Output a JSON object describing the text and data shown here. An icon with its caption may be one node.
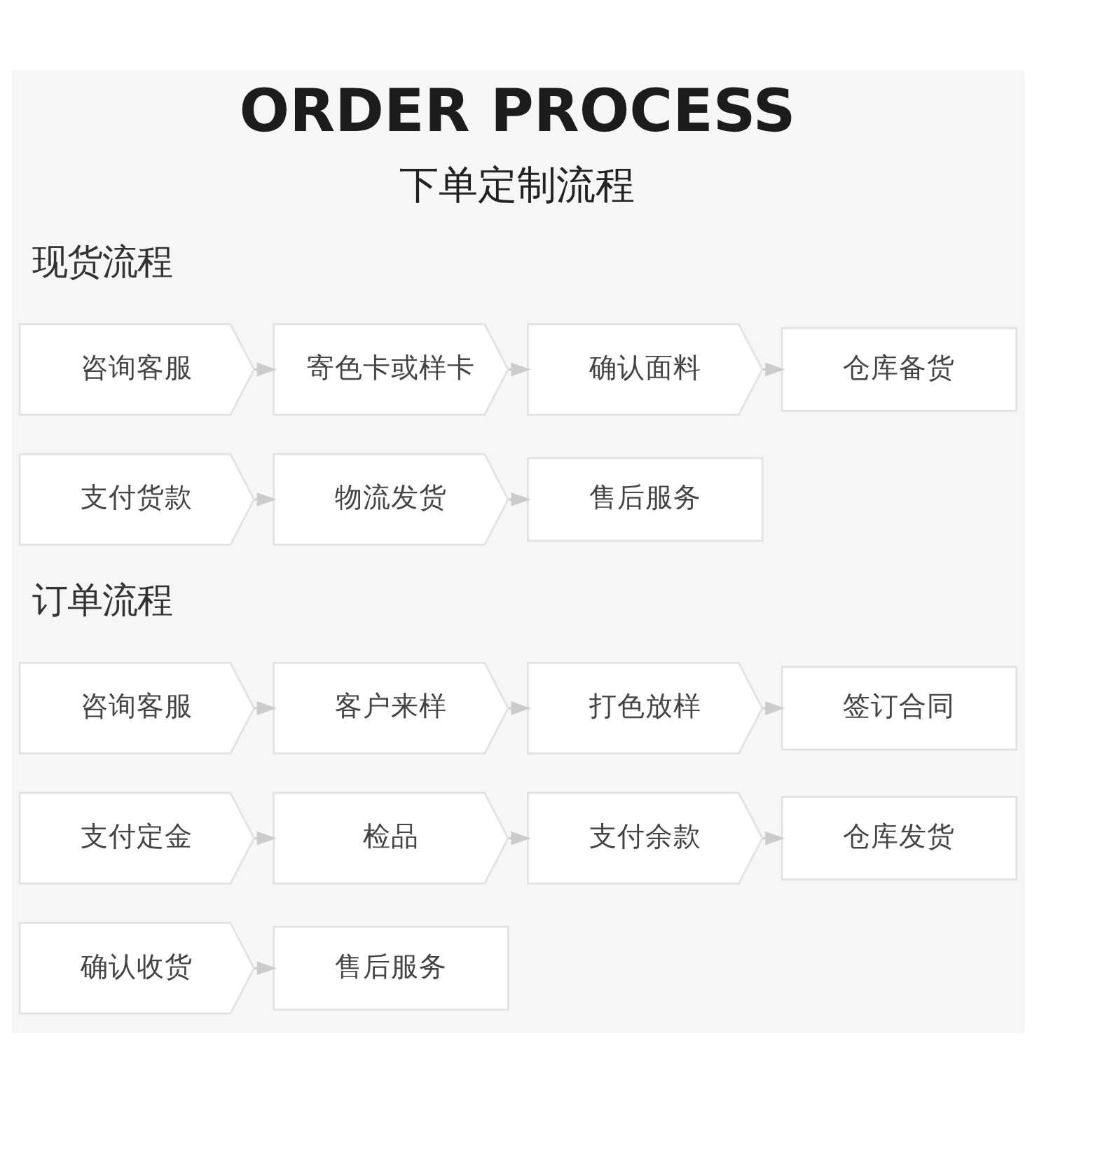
{
  "diagram": {
    "title": "ORDER PROCESS",
    "nodes": [
      {
        "text": [
          "咨询客服"
        ]
      },
      {
        "text": [
          "寄色卡或样卡"
        ]
      },
      {
        "text": [
          "确认面料"
        ]
      },
      {
        "text": [
          "仓库备货"
        ]
      },
      {
        "text": [
          "支付货款"
        ]
      },
      {
        "text": [
          "物流发货"
        ]
      },
      {
        "text": [
          "售后服务"
        ]
      },
      {
        "text": [
          "咨询客服"
        ]
      },
      {
        "text": [
          "客户来样"
        ]
      },
      {
        "text": [
          "打色放样"
        ]
      },
      {
        "text": [
          "签订合同"
        ]
      },
      {
        "text": [
          "支付定金"
        ]
      },
      {
        "text": [
          "检品"
        ]
      },
      {
        "text": [
          "支付余款"
        ]
      },
      {
        "text": [
          "仓库发货"
        ]
      },
      {
        "text": [
          "确认收货"
        ]
      },
      {
        "text": [
          "售后服务"
        ]
      }
    ],
    "edges": [
      {
        "from": 0,
        "to": 1,
        "arrow": "to"
      },
      {
        "from": 1,
        "to": 2,
        "arrow": "to"
      },
      {
        "from": 2,
        "to": 3,
        "arrow": "to"
      },
      {
        "from": 4,
        "to": 5,
        "arrow": "to"
      },
      {
        "from": 5,
        "to": 6,
        "arrow": "to"
      },
      {
        "from": 7,
        "to": 8,
        "arrow": "to"
      },
      {
        "from": 8,
        "to": 9,
        "arrow": "to"
      },
      {
        "from": 9,
        "to": 10,
        "arrow": "to"
      },
      {
        "from": 11,
        "to": 12,
        "arrow": "to"
      },
      {
        "from": 12,
        "to": 13,
        "arrow": "to"
      },
      {
        "from": 13,
        "to": 14,
        "arrow": "to"
      },
      {
        "from": 15,
        "to": 16,
        "arrow": "to"
      }
    ],
    "labels": [
      "下单定制流程",
      "现货流程",
      "订单流程"
    ]
  }
}
